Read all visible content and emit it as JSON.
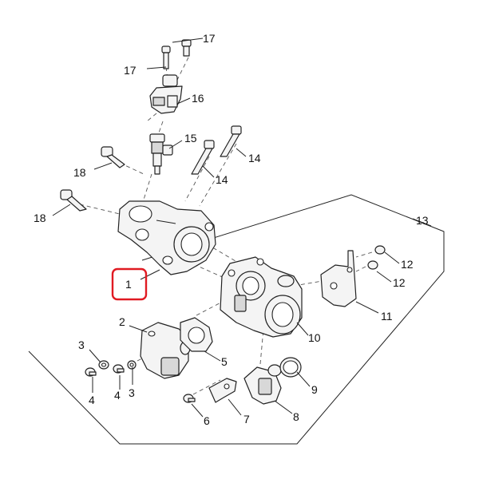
{
  "diagram": {
    "highlight_color": "#e01a22",
    "callouts": [
      {
        "id": "c1",
        "text": "1"
      },
      {
        "id": "c2",
        "text": "2"
      },
      {
        "id": "c3a",
        "text": "3"
      },
      {
        "id": "c3b",
        "text": "3"
      },
      {
        "id": "c4a",
        "text": "4"
      },
      {
        "id": "c4b",
        "text": "4"
      },
      {
        "id": "c5",
        "text": "5"
      },
      {
        "id": "c6",
        "text": "6"
      },
      {
        "id": "c7",
        "text": "7"
      },
      {
        "id": "c8",
        "text": "8"
      },
      {
        "id": "c9",
        "text": "9"
      },
      {
        "id": "c10",
        "text": "10"
      },
      {
        "id": "c11",
        "text": "11"
      },
      {
        "id": "c12a",
        "text": "12"
      },
      {
        "id": "c12b",
        "text": "12"
      },
      {
        "id": "c13",
        "text": "13"
      },
      {
        "id": "c14a",
        "text": "14"
      },
      {
        "id": "c14b",
        "text": "14"
      },
      {
        "id": "c15",
        "text": "15"
      },
      {
        "id": "c16",
        "text": "16"
      },
      {
        "id": "c17a",
        "text": "17"
      },
      {
        "id": "c17b",
        "text": "17"
      },
      {
        "id": "c18a",
        "text": "18"
      },
      {
        "id": "c18b",
        "text": "18"
      }
    ]
  }
}
